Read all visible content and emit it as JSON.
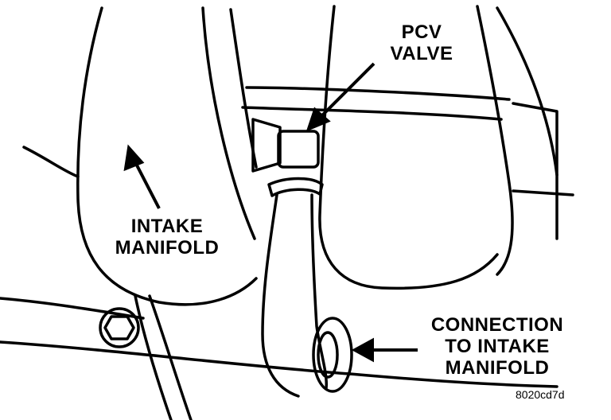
{
  "labels": {
    "pcv_valve": [
      "PCV",
      "VALVE"
    ],
    "intake_manifold": [
      "INTAKE",
      "MANIFOLD"
    ],
    "connection": [
      "CONNECTION",
      "TO INTAKE",
      "MANIFOLD"
    ]
  },
  "figure_code": "8020cd7d",
  "colors": {
    "ink": "#000000",
    "paper": "#ffffff"
  }
}
